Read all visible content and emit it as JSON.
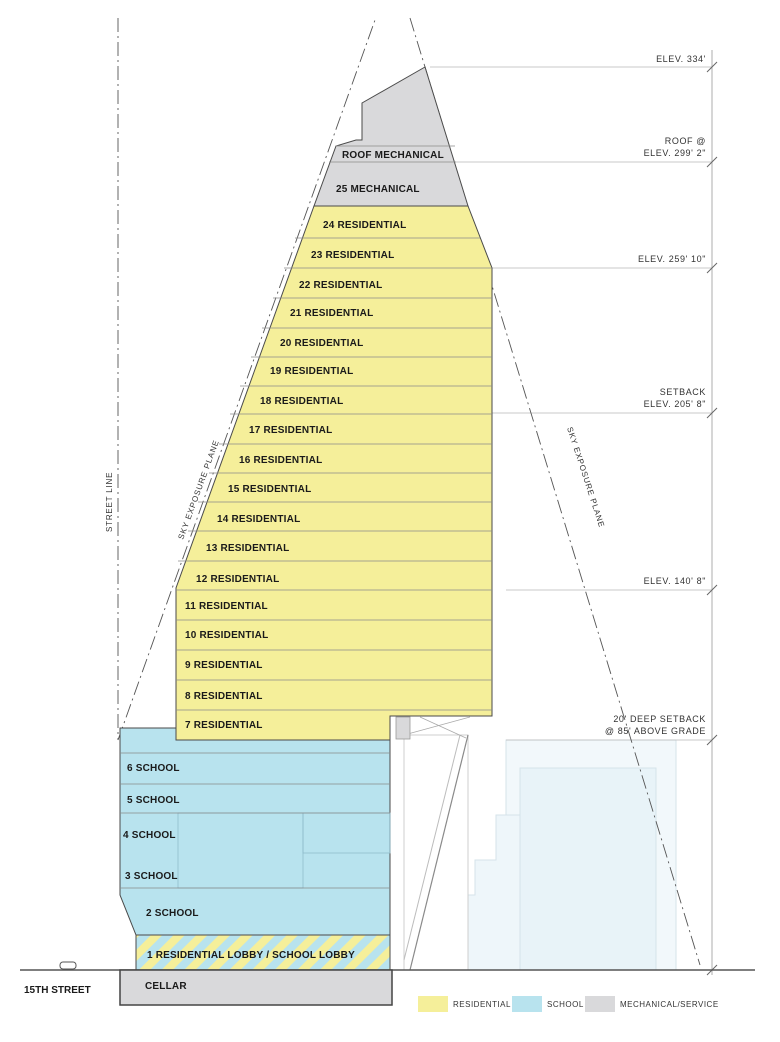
{
  "colors": {
    "residential": "#f5ef9a",
    "school": "#b8e3ee",
    "mechanical": "#d9d9db",
    "outline": "#4a4a4a",
    "ground": "#555555"
  },
  "floors": {
    "roof_mech": "ROOF MECHANICAL",
    "f25": "25 MECHANICAL",
    "f24": "24 RESIDENTIAL",
    "f23": "23 RESIDENTIAL",
    "f22": "22 RESIDENTIAL",
    "f21": "21 RESIDENTIAL",
    "f20": "20 RESIDENTIAL",
    "f19": "19 RESIDENTIAL",
    "f18": "18 RESIDENTIAL",
    "f17": "17 RESIDENTIAL",
    "f16": "16 RESIDENTIAL",
    "f15": "15 RESIDENTIAL",
    "f14": "14 RESIDENTIAL",
    "f13": "13 RESIDENTIAL",
    "f12": "12 RESIDENTIAL",
    "f11": "11 RESIDENTIAL",
    "f10": "10 RESIDENTIAL",
    "f9": "9 RESIDENTIAL",
    "f8": "8 RESIDENTIAL",
    "f7": "7 RESIDENTIAL",
    "f6": "6 SCHOOL",
    "f5": "5 SCHOOL",
    "f4": "4 SCHOOL",
    "f3": "3 SCHOOL",
    "f2": "2 SCHOOL",
    "f1": "1 RESIDENTIAL LOBBY / SCHOOL LOBBY",
    "cellar": "CELLAR"
  },
  "elevations": {
    "e334": "ELEV. 334'",
    "roof_line1": "ROOF @",
    "roof_line2": "ELEV. 299' 2\"",
    "e259": "ELEV. 259' 10\"",
    "setback_line1": "SETBACK",
    "setback_line2": "ELEV. 205' 8\"",
    "e140": "ELEV. 140' 8\"",
    "deep_line1": "20' DEEP SETBACK",
    "deep_line2": "@ 85' ABOVE GRADE"
  },
  "annotations": {
    "street_line": "STREET LINE",
    "sky_left": "SKY EXPOSURE PLANE",
    "sky_right": "SKY EXPOSURE PLANE",
    "street_name": "15TH STREET"
  },
  "legend": {
    "residential": "RESIDENTIAL",
    "school": "SCHOOL",
    "mechanical": "MECHANICAL/SERVICE"
  }
}
